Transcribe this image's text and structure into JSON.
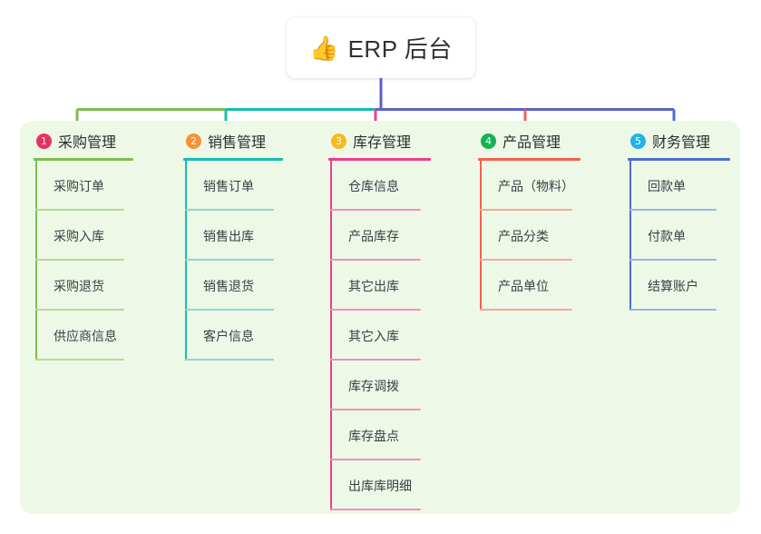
{
  "title": {
    "emoji": "👍",
    "emoji_name": "thumbs-up-icon",
    "text": "ERP 后台"
  },
  "theme": {
    "panel_background": "#eef8e6",
    "card_background": "#ffffff",
    "text_color": "#2b2f33",
    "root_stem_color": "#5a61c9"
  },
  "columns": [
    {
      "number": "1",
      "title": "采购管理",
      "badge_color": "#e8315f",
      "rule_color": "#7ebe4c",
      "line_color": "#7ebe4c",
      "item_rule_color": "#b6d99a",
      "items": [
        {
          "label": "采购订单"
        },
        {
          "label": "采购入库"
        },
        {
          "label": "采购退货"
        },
        {
          "label": "供应商信息"
        }
      ]
    },
    {
      "number": "2",
      "title": "销售管理",
      "badge_color": "#f79036",
      "rule_color": "#17bdb0",
      "line_color": "#17bdb0",
      "item_rule_color": "#8fd8d1",
      "items": [
        {
          "label": "销售订单"
        },
        {
          "label": "销售出库"
        },
        {
          "label": "销售退货"
        },
        {
          "label": "客户信息"
        }
      ]
    },
    {
      "number": "3",
      "title": "库存管理",
      "badge_color": "#f5bb1d",
      "rule_color": "#ee3d8c",
      "line_color": "#ee3d8c",
      "item_rule_color": "#f191bf",
      "items": [
        {
          "label": "仓库信息"
        },
        {
          "label": "产品库存"
        },
        {
          "label": "其它出库"
        },
        {
          "label": "其它入库"
        },
        {
          "label": "库存调拨"
        },
        {
          "label": "库存盘点"
        },
        {
          "label": "出库库明细"
        }
      ]
    },
    {
      "number": "4",
      "title": "产品管理",
      "badge_color": "#13b253",
      "rule_color": "#f4604f",
      "line_color": "#f4604f",
      "item_rule_color": "#f7a79c",
      "items": [
        {
          "label": "产品（物料）"
        },
        {
          "label": "产品分类"
        },
        {
          "label": "产品单位"
        }
      ]
    },
    {
      "number": "5",
      "title": "财务管理",
      "badge_color": "#23b1e8",
      "rule_color": "#4a6fd0",
      "line_color": "#4a6fd0",
      "item_rule_color": "#9db3e4",
      "items": [
        {
          "label": "回款单"
        },
        {
          "label": "付款单"
        },
        {
          "label": "结算账户"
        }
      ]
    }
  ]
}
